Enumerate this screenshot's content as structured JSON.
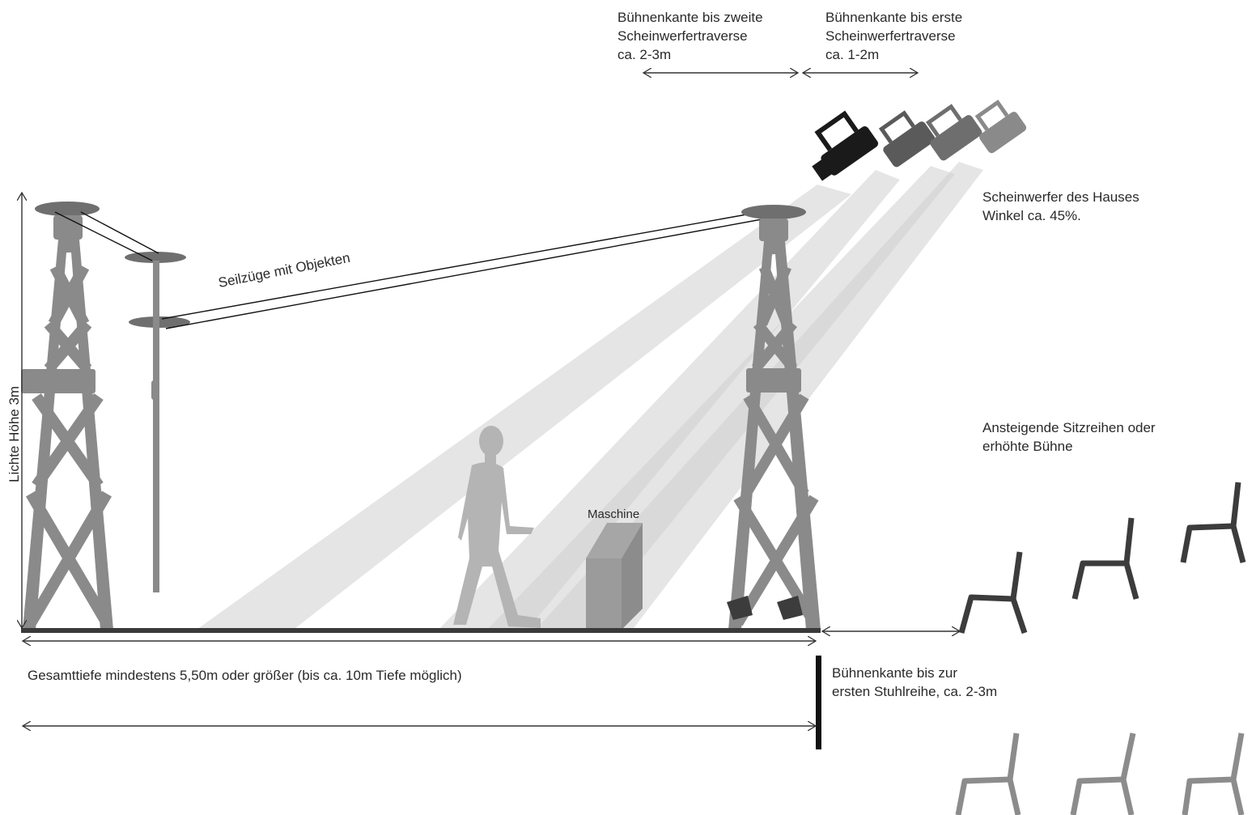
{
  "labels": {
    "second_truss": [
      "Bühnenkante bis zweite",
      "Scheinwerfertraverse",
      "ca. 2-3m"
    ],
    "first_truss": [
      "Bühnenkante bis erste",
      "Scheinwerfertraverse",
      "ca. 1-2m"
    ],
    "spotlights": [
      "Scheinwerfer des Hauses",
      "Winkel ca. 45%."
    ],
    "seating": [
      "Ansteigende Sitzreihen oder",
      "erhöhte Bühne"
    ],
    "height": "Lichte Höhe 3m",
    "ropes": "Seilzüge mit Objekten",
    "machine": "Maschine",
    "total_depth": "Gesamttiefe mindestens 5,50m oder größer (bis ca. 10m Tiefe möglich)",
    "first_row": [
      "Bühnenkante bis zur",
      "ersten Stuhlreihe, ca. 2-3m"
    ]
  },
  "colors": {
    "tower": "#8a8a8a",
    "beam": "#d9d9d9",
    "floor": "#3a3a3a",
    "chair_dark": "#3c3c3c",
    "chair_light": "#8c8c8c",
    "text": "#2a2a2a"
  },
  "icons": [
    "truss-tower-icon",
    "spotlight-icon",
    "person-icon",
    "chair-icon",
    "machine-box-icon",
    "double-arrow-icon"
  ]
}
